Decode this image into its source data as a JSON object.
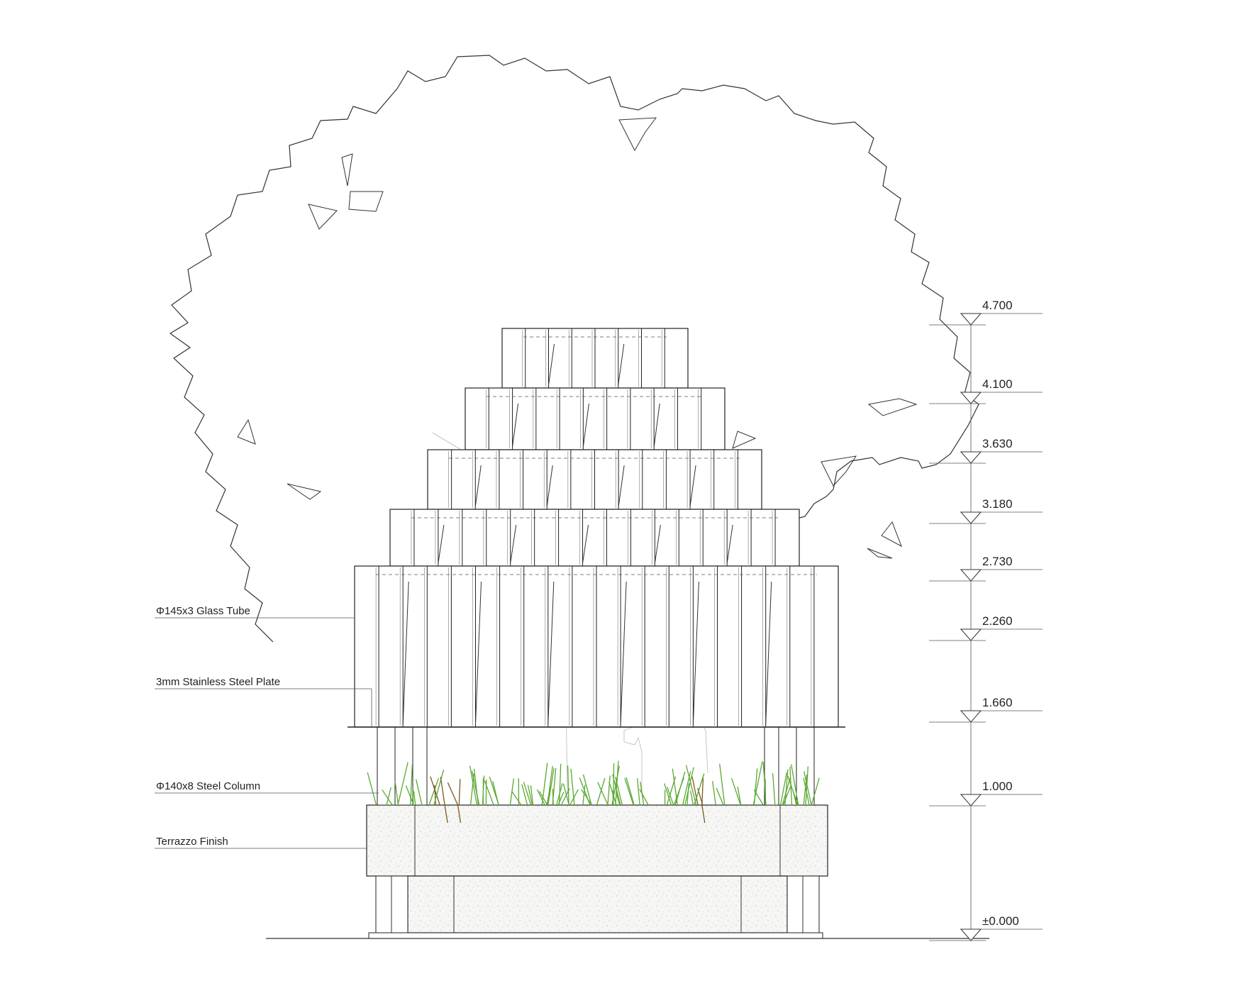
{
  "annotations": [
    {
      "id": "glass-tube",
      "text": "Φ145x3 Glass Tube"
    },
    {
      "id": "steel-plate",
      "text": "3mm Stainless Steel Plate"
    },
    {
      "id": "steel-column",
      "text": "Φ140x8 Steel Column"
    },
    {
      "id": "terrazzo",
      "text": "Terrazzo Finish"
    }
  ],
  "levels": [
    "4.700",
    "4.100",
    "3.630",
    "3.180",
    "2.730",
    "2.260",
    "1.660",
    "1.000",
    "±0.000"
  ],
  "colors": {
    "line": "#222222",
    "plant_green": "#5aa832",
    "plant_brown": "#7a5a1e",
    "terrazzo": "#f4f4f2"
  }
}
